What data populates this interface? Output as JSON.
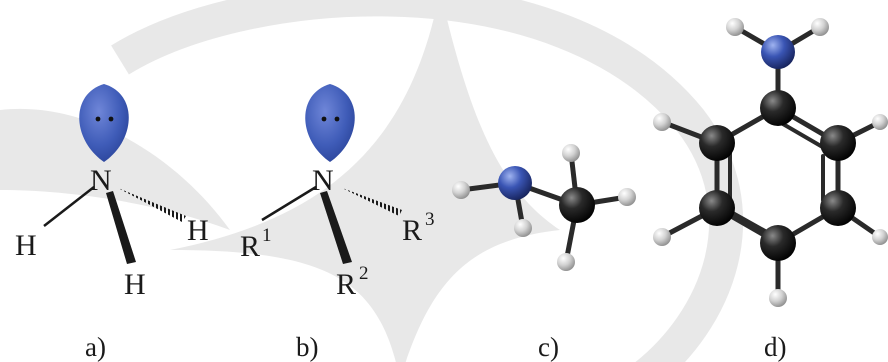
{
  "figure": {
    "panels": [
      {
        "id": "a",
        "label": "a)",
        "center_atom": "N",
        "substituents": [
          "H",
          "H",
          "H"
        ],
        "superscripts": [
          "",
          "",
          ""
        ]
      },
      {
        "id": "b",
        "label": "b)",
        "center_atom": "N",
        "substituents": [
          "R",
          "R",
          "R"
        ],
        "superscripts": [
          "1",
          "2",
          "3"
        ]
      },
      {
        "id": "c",
        "label": "c)",
        "model": "ball-and-stick"
      },
      {
        "id": "d",
        "label": "d)",
        "model": "ball-and-stick"
      }
    ],
    "colors": {
      "nitrogen": "#3a55b4",
      "carbon": "#1a1a1a",
      "hydrogen": "#d2d2d2",
      "lone_pair_lobe": "#3f5cb8",
      "watermark": "#e6e6e6",
      "bond": "#1a1a1a"
    }
  }
}
